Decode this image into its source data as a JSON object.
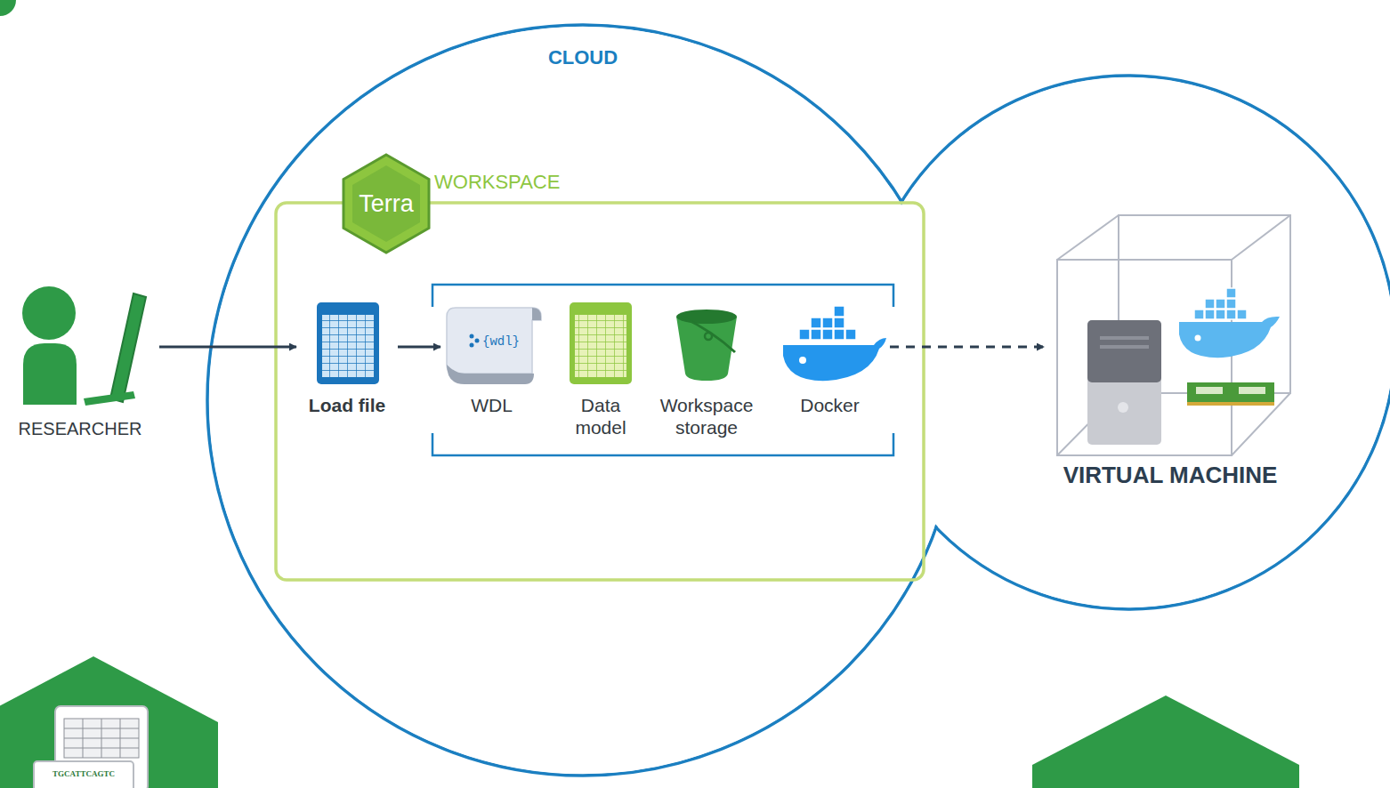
{
  "diagram": {
    "nodes": [
      {
        "text": [
          "RESEARCHER"
        ]
      },
      {
        "text": [
          "CLOUD"
        ]
      },
      {
        "text": [
          "WORKSPACE"
        ],
        "in": 1
      },
      {
        "text": [
          "Load file"
        ],
        "in": 2
      },
      {
        "text": [
          "WDL"
        ],
        "in": 2
      },
      {
        "text": [
          "Data model"
        ],
        "in": 2
      },
      {
        "text": [
          "Workspace storage"
        ],
        "in": 2
      },
      {
        "text": [
          "Docker"
        ],
        "in": 2
      },
      {
        "text": [
          "VIRTUAL MACHINE"
        ],
        "in": 1
      }
    ],
    "edges": [
      {
        "from": 0,
        "to": 3,
        "arrow": "to"
      },
      {
        "from": 3,
        "to": 4,
        "arrow": "to"
      },
      {
        "from": 7,
        "to": 8,
        "arrow": "to"
      }
    ],
    "labels": [
      "Terra",
      "{wdl}",
      "TGCATTCAGTC"
    ]
  }
}
